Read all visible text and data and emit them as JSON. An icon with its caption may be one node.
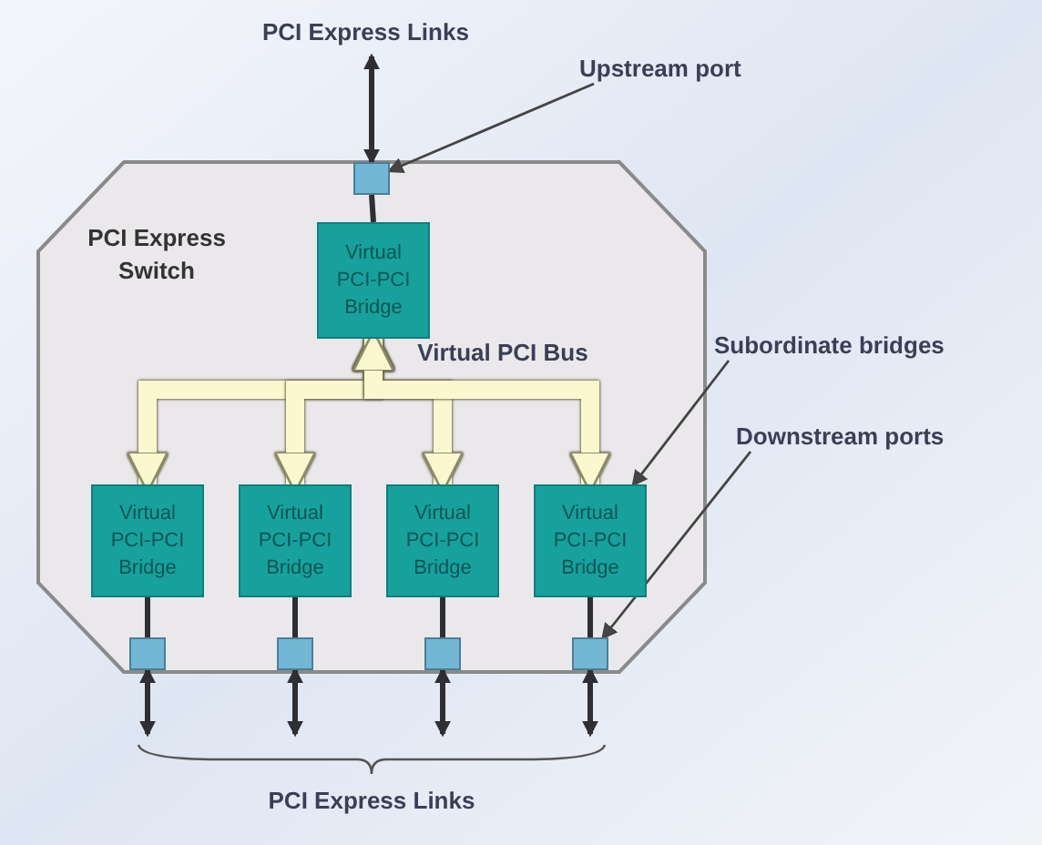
{
  "diagram": {
    "nodes": [
      {
        "text": [
          "PCI Express Switch"
        ]
      },
      {
        "text": [],
        "shape": "box",
        "in": 0
      },
      {
        "text": [
          "Virtual PCI-PCI Bridge"
        ],
        "in": 0
      },
      {
        "text": [
          "Virtual PCI-PCI Bridge"
        ],
        "in": 0
      },
      {
        "text": [
          "Virtual PCI-PCI Bridge"
        ],
        "in": 0
      },
      {
        "text": [
          "Virtual PCI-PCI Bridge"
        ],
        "in": 0
      },
      {
        "text": [
          "Virtual PCI-PCI Bridge"
        ],
        "in": 0
      },
      {
        "text": [],
        "shape": "box",
        "in": 0
      },
      {
        "text": [],
        "shape": "box",
        "in": 0
      },
      {
        "text": [],
        "shape": "box",
        "in": 0
      },
      {
        "text": [],
        "shape": "box",
        "in": 0
      },
      {
        "text": [
          "Upstream port"
        ]
      },
      {
        "text": [
          "Subordinate bridges"
        ]
      },
      {
        "text": [
          "Downstream ports"
        ]
      },
      {
        "text": [
          "PCI Express Links"
        ]
      },
      {
        "text": [
          "PCI Express Links"
        ]
      }
    ],
    "edges": [
      {
        "from": 1,
        "to": 14,
        "arrow": "both"
      },
      {
        "from": 1,
        "to": 2,
        "arrow": "none"
      },
      {
        "from": 2,
        "to": 3,
        "arrow": "both",
        "style": "thick",
        "color": "#fbf8cf"
      },
      {
        "from": 2,
        "to": 4,
        "arrow": "both",
        "style": "thick",
        "color": "#fbf8cf"
      },
      {
        "from": 2,
        "to": 5,
        "arrow": "both",
        "style": "thick",
        "color": "#fbf8cf"
      },
      {
        "from": 2,
        "to": 6,
        "arrow": "both",
        "style": "thick",
        "color": "#fbf8cf"
      },
      {
        "from": 3,
        "to": 7,
        "arrow": "none"
      },
      {
        "from": 4,
        "to": 8,
        "arrow": "none"
      },
      {
        "from": 5,
        "to": 9,
        "arrow": "none"
      },
      {
        "from": 6,
        "to": 10,
        "arrow": "none"
      },
      {
        "from": 7,
        "to": 15,
        "arrow": "both"
      },
      {
        "from": 8,
        "to": 15,
        "arrow": "both"
      },
      {
        "from": 9,
        "to": 15,
        "arrow": "both"
      },
      {
        "from": 10,
        "to": 15,
        "arrow": "both"
      },
      {
        "from": 11,
        "to": 1,
        "arrow": "to"
      },
      {
        "from": 12,
        "to": 6,
        "arrow": "to"
      },
      {
        "from": 13,
        "to": 10,
        "arrow": "to"
      }
    ],
    "labels": [
      "Virtual PCI Bus"
    ]
  }
}
